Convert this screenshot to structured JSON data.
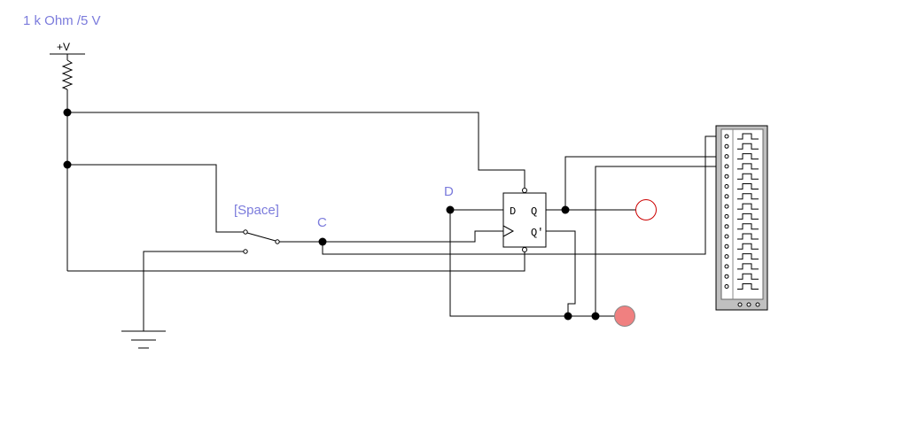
{
  "title": "1 k Ohm /5 V",
  "supply_label": "+V",
  "switch_label": "[Space]",
  "node_c_label": "C",
  "node_d_label": "D",
  "flipflop": {
    "d_pin": "D",
    "q_pin": "Q",
    "qbar_pin": "Q'"
  },
  "indicators": {
    "q_lamp_state": "off",
    "qbar_lamp_state": "on",
    "lamp_on_color": "#f08080",
    "lamp_off_color": "#ffffff",
    "lamp_outline_color": "#cc0000"
  },
  "label_color": "#7b7bdc",
  "icons": [
    "resistor-icon",
    "ground-icon",
    "switch-icon",
    "d-flipflop-icon",
    "logic-analyzer-icon",
    "probe-lamp-icon"
  ]
}
